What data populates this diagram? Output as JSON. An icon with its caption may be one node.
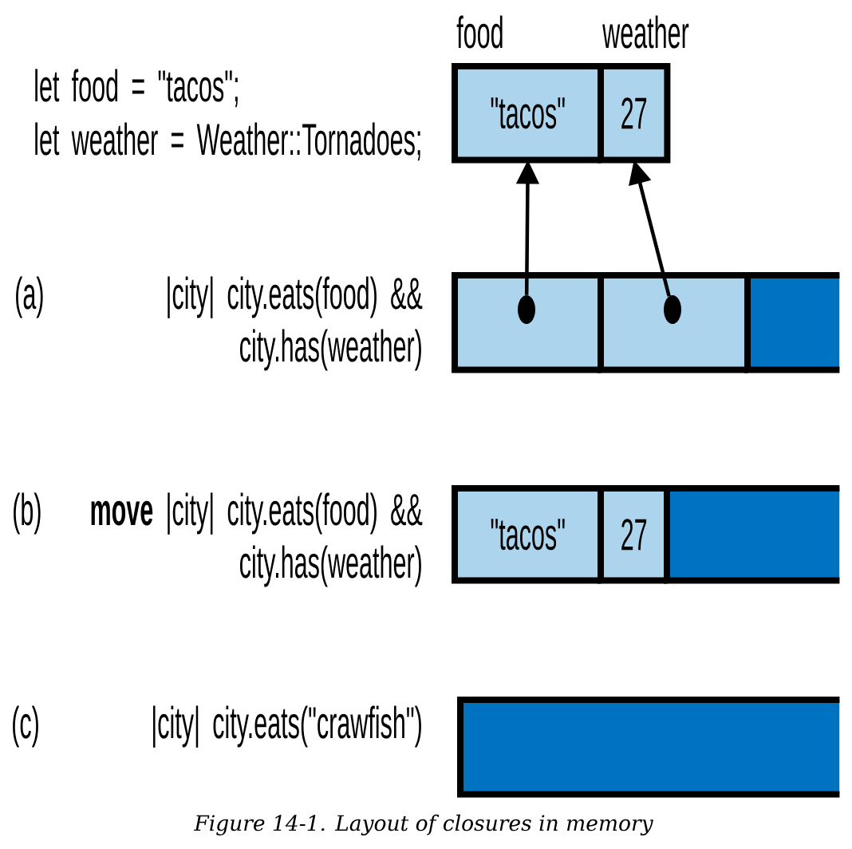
{
  "diagram": {
    "caption": "Figure 14-1. Layout of closures in memory",
    "nodes": [
      {
        "text": [
          "food",
          "\"tacos\""
        ]
      },
      {
        "text": [
          "weather",
          "27"
        ]
      },
      {
        "text": [],
        "shape": "box"
      },
      {
        "text": [],
        "shape": "circle",
        "in": 2
      },
      {
        "text": [],
        "shape": "box"
      },
      {
        "text": [],
        "shape": "circle",
        "in": 4
      },
      {
        "text": [],
        "shape": "box"
      },
      {
        "text": [
          "\"tacos\""
        ]
      },
      {
        "text": [
          "27"
        ]
      },
      {
        "text": [],
        "shape": "box"
      },
      {
        "text": [],
        "shape": "box"
      }
    ],
    "edges": [
      {
        "from": 3,
        "to": 0,
        "arrow": "to"
      },
      {
        "from": 5,
        "to": 1,
        "arrow": "to"
      }
    ],
    "labels": [
      "let food = \"tacos\";",
      "let weather = Weather::Tornadoes;",
      "(a)",
      "|city| city.eats(food) && city.has(weather)",
      "(b)",
      "**move** |city| city.eats(food) && city.has(weather)",
      "(c)",
      "|city| city.eats(\"crawfish\")"
    ]
  }
}
